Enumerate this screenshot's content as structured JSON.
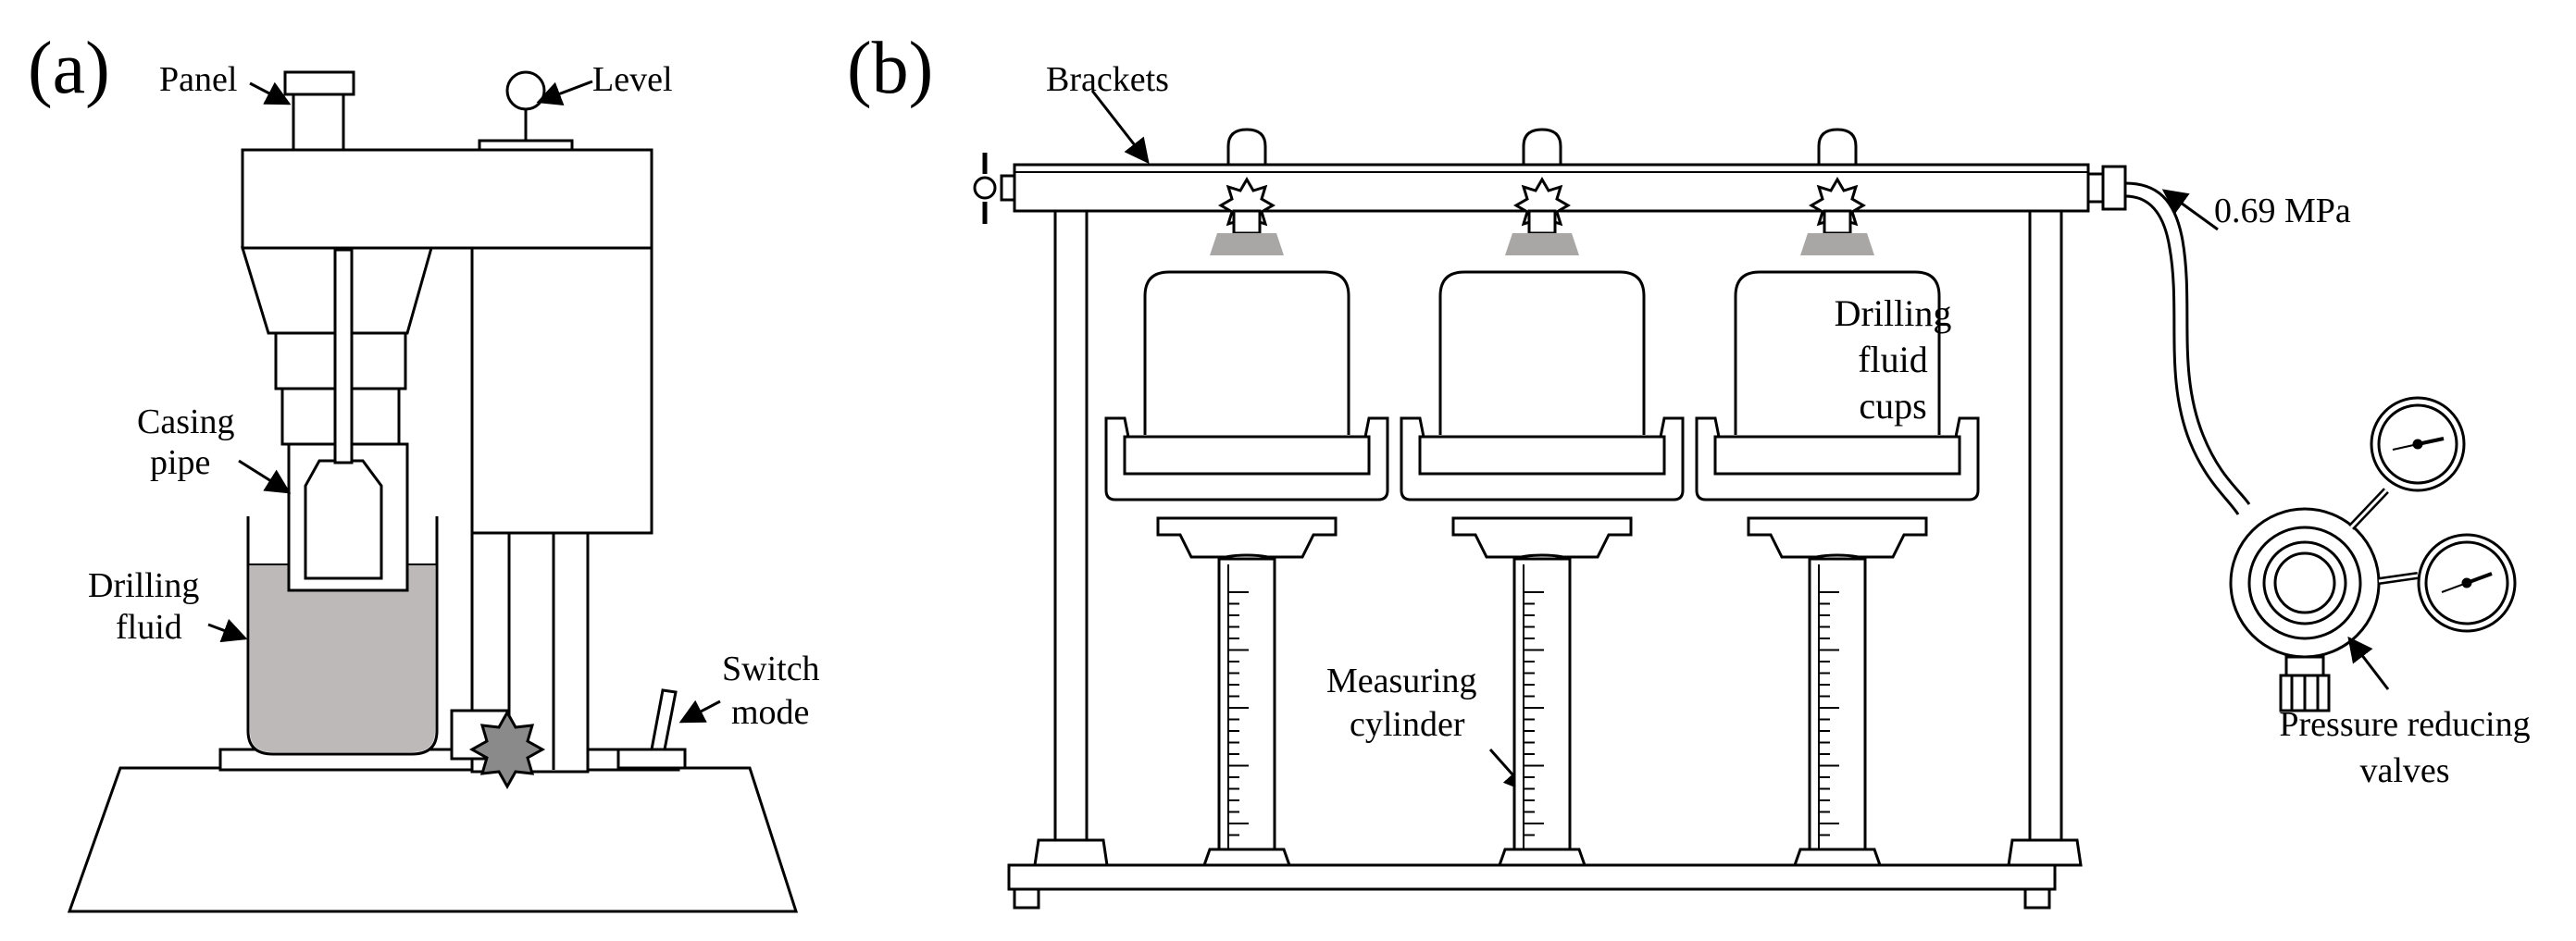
{
  "panel_a": {
    "tag": "(a)",
    "labels": {
      "panel": "Panel",
      "level": "Level",
      "casing_pipe_1": "Casing",
      "casing_pipe_2": "pipe",
      "drilling_fluid_1": "Drilling",
      "drilling_fluid_2": "fluid",
      "switch_mode_1": "Switch",
      "switch_mode_2": "mode"
    }
  },
  "panel_b": {
    "tag": "(b)",
    "labels": {
      "brackets": "Brackets",
      "pressure": "0.69 MPa",
      "cups_1": "Drilling",
      "cups_2": "fluid",
      "cups_3": "cups",
      "measuring_1": "Measuring",
      "measuring_2": "cylinder",
      "valves_1": "Pressure reducing",
      "valves_2": "valves"
    }
  },
  "colors": {
    "line": "#000000",
    "fluid": "#bdb9b9",
    "gasket": "#a9a6a6",
    "star": "#8a8a8a"
  }
}
